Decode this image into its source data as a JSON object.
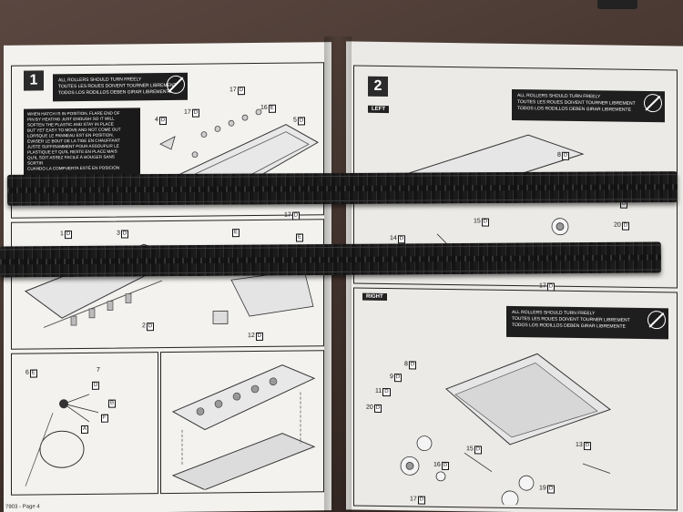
{
  "left_page": {
    "step_number": "1",
    "warning": [
      "ALL ROLLERS SHOULD TURN FREELY",
      "TOUTES LES ROUES DOIVENT TOURNER LIBREMENT",
      "TODOS LOS RODILLOS DEBEN GIRAR LIBREMENTE"
    ],
    "note": [
      "WHEN HATCH IS IN POSITION, FLARE END OF",
      "PIN BY HEATING JUST ENOUGH SO IT WILL",
      "SOFTEN THE PLASTIC AND STAY IN PLACE",
      "BUT YET EASY TO MOVE AND NOT COME OUT",
      "LORSQUE LE PANNEAU EST EN POSITION,",
      "ÉVASER LE BOUT DE LA TIGE EN CHAUFFANT",
      "JUSTE SUFFISAMMENT POUR ASSOUPLIR LE",
      "PLASTIQUE ET QU'IL RESTE EN PLACE MAIS",
      "QU'IL SOIT ASSEZ FACILE À BOUGER SANS",
      "SORTIR",
      "CUANDO LA COMPUERTA ESTÉ EN POSICIÓN"
    ],
    "labels": {
      "p17a": "17",
      "p17a_box": "D",
      "p17b": "17",
      "p17b_box": "D",
      "p16": "16",
      "p16_box": "E",
      "p4": "4",
      "p4_box": "D",
      "p5": "5",
      "p5_box": "D",
      "p17c": "17",
      "p17c_box": "D",
      "p1": "1",
      "p1_box": "D",
      "p3": "3",
      "p3_box": "D",
      "pE": "E",
      "pE2": "E",
      "p2": "2",
      "p2_box": "D",
      "p12": "12",
      "p12_box": "D",
      "p6": "6",
      "p6_box": "E",
      "p7": "7",
      "pD": "D",
      "pB": "B",
      "pF": "F",
      "pA": "A"
    },
    "footer": "7903 - Page 4"
  },
  "right_page": {
    "step_number": "2",
    "left_header": "LEFT",
    "right_header": "RIGHT",
    "warning": [
      "ALL ROLLERS SHOULD TURN FREELY",
      "TOUTES LES ROUES DOIVENT TOURNER LIBREMENT",
      "TODOS LOS RODILLOS DEBEN GIRAR LIBREMENTE"
    ],
    "warning2": [
      "ALL ROLLERS SHOULD TURN FREELY",
      "TOUTES LES ROUES DOIVENT TOURNER LIBREMENT",
      "TODOS LOS RODILLOS DEBEN GIRAR LIBREMENTE"
    ],
    "labels": {
      "p8a": "8",
      "p8a_box": "D",
      "p11a_box": "D",
      "p15a": "15",
      "p15a_box": "D",
      "p20a": "20",
      "p20a_box": "D",
      "p14": "14",
      "p14_box": "D",
      "p17a": "17",
      "p17a_box": "D",
      "p8b": "8",
      "p8b_box": "D",
      "p9": "9",
      "p9_box": "D",
      "p11b": "11",
      "p11b_box": "D",
      "p20b": "20",
      "p20b_box": "D",
      "p15b": "15",
      "p15b_box": "D",
      "p16": "16",
      "p16_box": "D",
      "p13": "13",
      "p13_box": "D",
      "p19": "19",
      "p19_box": "D",
      "p17b": "17",
      "p17b_box": "D"
    }
  }
}
